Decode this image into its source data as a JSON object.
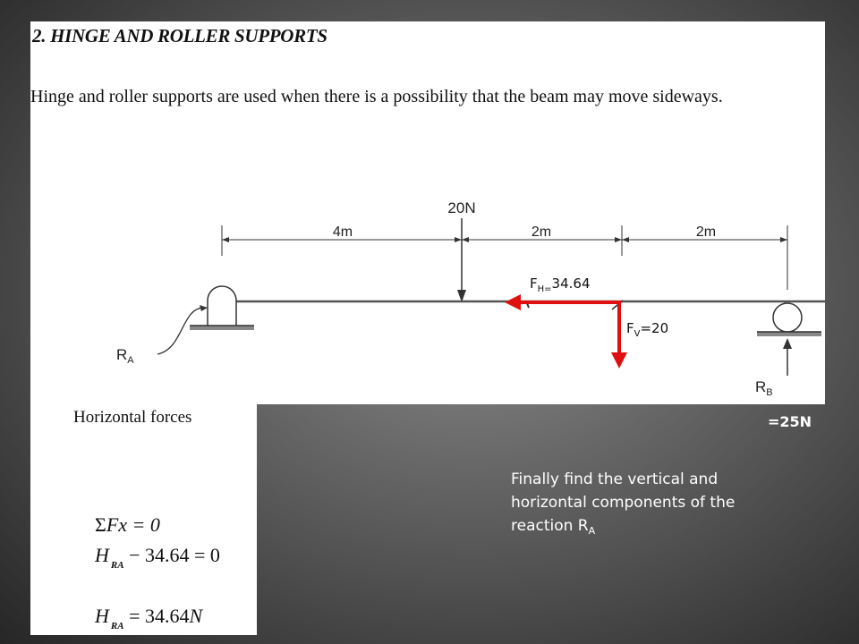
{
  "title": "2. HINGE AND ROLLER SUPPORTS",
  "intro": "Hinge and roller supports are used when there is a possibility that the beam may move sideways.",
  "diagram": {
    "load_label": "20N",
    "dims": [
      "4m",
      "2m",
      "2m"
    ],
    "reaction_a": {
      "main": "R",
      "sub": "A"
    },
    "reaction_b": {
      "main": "R",
      "sub": "B"
    },
    "fh": {
      "main": "F",
      "sub": "H=",
      "value": "34.64"
    },
    "fv": {
      "main": "F",
      "sub": "V",
      "value": "=20"
    }
  },
  "equations": {
    "heading": "Horizontal forces",
    "eq1": {
      "sym": "Σ",
      "text": "Fx = 0"
    },
    "eq2": {
      "pre": "H",
      "sub": "RA",
      "post": " − 34.64 = 0"
    },
    "eq3": {
      "pre": "H",
      "sub": "RA",
      "post": " = 34.64",
      "unit": "N"
    }
  },
  "notes": {
    "rb_value": "=25N",
    "instruction": "Finally find the vertical and horizontal components of the reaction R",
    "instruction_sub": "A"
  },
  "colors": {
    "force_arrow": "#e01010",
    "background_center": "#8a8a8a",
    "background_edge": "#262626"
  }
}
